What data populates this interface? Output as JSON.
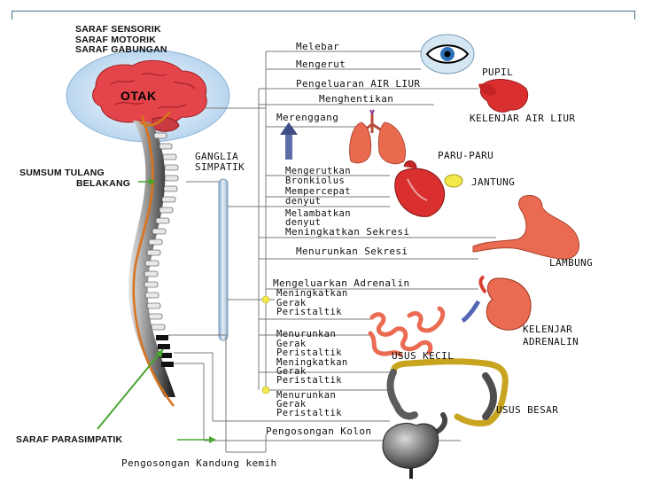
{
  "header": {
    "line1": "SARAF SENSORIK",
    "line2": "SARAF MOTORIK",
    "line3": "SARAF GABUNGAN"
  },
  "left_labels": {
    "otak": "OTAK",
    "sumsum_1": "SUMSUM TULANG",
    "sumsum_2": "BELAKANG",
    "parasimpatik": "SARAF PARASIMPATIK"
  },
  "ganglia": {
    "line1": "GANGLIA",
    "line2": "SIMPATIK"
  },
  "actions": {
    "melebar": "Melebar",
    "mengerut": "Mengerut",
    "pengeluaran_air_liur": "Pengeluaran AIR LIUR",
    "menghentikan": "Menghentikan",
    "merenggang": "Merenggang",
    "mengerutkan_1": "Mengerutkan",
    "mengerutkan_2": "Bronkiolus",
    "mempercepat_1": "Mempercepat",
    "mempercepat_2": "denyut",
    "melambatkan_1": "Melambatkan",
    "melambatkan_2": "denyut",
    "meningkatkan_sekresi": "Meningkatkan Sekresi",
    "menurunkan_sekresi": "Menurunkan Sekresi",
    "mengeluarkan_adrenalin": "Mengeluarkan Adrenalin",
    "mgp1_1": "Meningkatkan",
    "mgp1_2": "Gerak",
    "mgp1_3": "Peristaltik",
    "mnp1_1": "Menurunkan",
    "mnp1_2": "Gerak",
    "mnp1_3": "Peristaltik",
    "mgp2_1": "Meningkatkan",
    "mgp2_2": "Gerak",
    "mgp2_3": "Peristaltik",
    "mnp2_1": "Menurunkan",
    "mnp2_2": "Gerak",
    "mnp2_3": "Peristaltik",
    "pengosongan_kolon": "Pengosongan Kolon",
    "pengosongan_kandung": "Pengosongan Kandung kemih"
  },
  "organs": {
    "pupil": "PUPIL",
    "kelenjar_air_liur": "KELENJAR AIR LIUR",
    "paru": "PARU-PARU",
    "jantung": "JANTUNG",
    "lambung": "LAMBUNG",
    "adrenal_1": "KELENJAR",
    "adrenal_2": "ADRENALIN",
    "usus_kecil": "USUS KECIL",
    "usus_besar": "USUS BESAR"
  },
  "colors": {
    "frame": "#3d6e8c",
    "brain": "#e4454a",
    "brain_halo": "#c9dff1",
    "nerve": "#d9731e",
    "spine": "#1a1a1a",
    "ganglia_bar": "#b8cfe3",
    "arrow_green": "#4aa52e",
    "organ_red": "#d92f2f",
    "lung": "#e96a4e",
    "stomach": "#ea6b52",
    "colon_yellow": "#c9a41f",
    "bladder": "#6b6b6b",
    "node_yellow": "#f3e94a"
  }
}
